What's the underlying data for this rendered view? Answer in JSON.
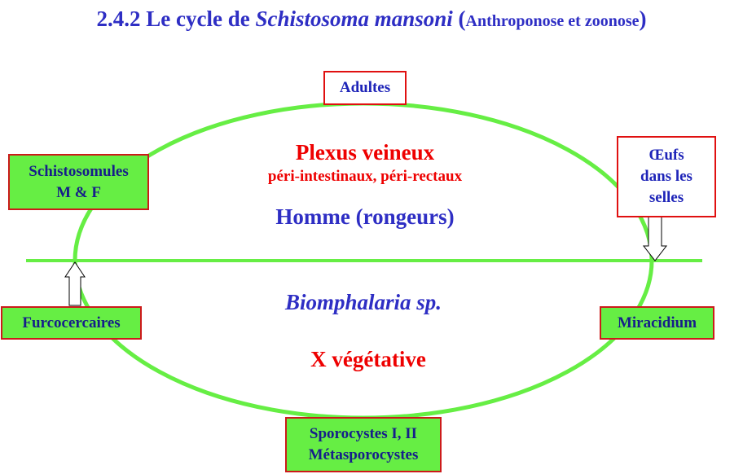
{
  "title": {
    "prefix": "2.4.2 Le  cycle de ",
    "species": "Schistosoma mansoni",
    "open_paren": " (",
    "subtitle": "Anthroponose et zoonose",
    "close_paren": ")"
  },
  "hosts": {
    "definitive_site": "Plexus veineux",
    "definitive_site_detail": "péri-intestinaux, péri-rectaux",
    "definitive_host": "Homme (rongeurs)",
    "intermediate_host": "Biomphalaria sp.",
    "intermediate_multiplication": "X végétative"
  },
  "stages": {
    "adultes": "Adultes",
    "oeufs": [
      "Œufs",
      "dans les",
      "selles"
    ],
    "schistosomules": [
      "Schistosomules",
      "M & F"
    ],
    "furcocercaires": "Furcocercaires",
    "miracidium": "Miracidium",
    "sporocystes": [
      "Sporocystes I, II",
      "Métasporocystes"
    ]
  },
  "colors": {
    "title_blue": "#2e2ec4",
    "red_text": "#ee0000",
    "cycle_green": "#66ee44",
    "box_border_red": "#e01010"
  }
}
